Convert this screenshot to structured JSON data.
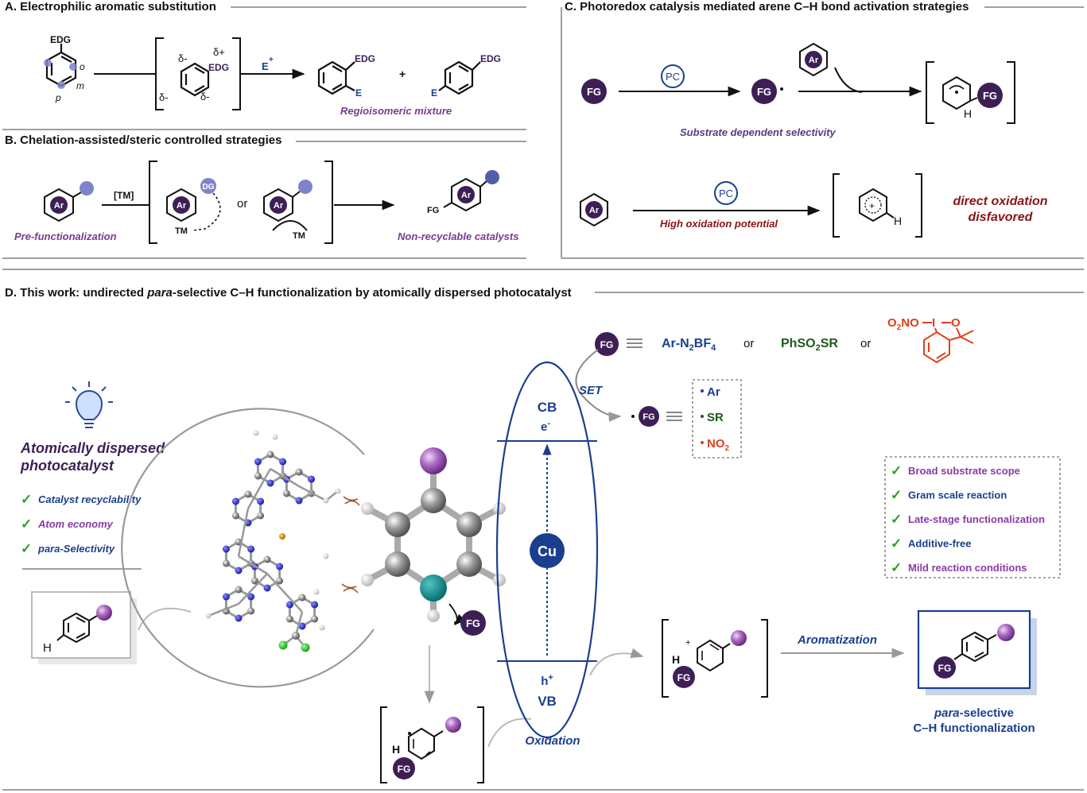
{
  "colors": {
    "purple_dark": "#3d1f55",
    "purple_light": "#7e84c9",
    "blue": "#1a3f8f",
    "dark_red": "#8b1414",
    "green": "#1c5c1c",
    "orange_red": "#e0401a",
    "lilac": "#8a3aa8",
    "teal": "#0e8c8c",
    "check_green": "#2aa02a",
    "gray_line": "#a0a0a0"
  },
  "panel_a": {
    "title": "A. Electrophilic aromatic substitution",
    "edg": "EDG",
    "ortho": "o",
    "meta": "m",
    "para": "p",
    "delta_minus": "δ-",
    "delta_plus": "δ+",
    "electrophile": "E",
    "plus_sup": "+",
    "plus": "+",
    "e_label": "E",
    "caption": "Regioisomeric mixture"
  },
  "panel_b": {
    "title": "B. Chelation-assisted/steric controlled strategies",
    "ar": "Ar",
    "tm_bracket": "[TM]",
    "dg": "DG",
    "tm": "TM",
    "or": "or",
    "fg": "FG",
    "caption_left": "Pre-functionalization",
    "caption_right": "Non-recyclable catalysts"
  },
  "panel_c": {
    "title": "C. Photoredox catalysis mediated arene C–H bond activation strategies",
    "fg": "FG",
    "pc": "PC",
    "ar": "Ar",
    "h": "H",
    "caption_top": "Substrate dependent selectivity",
    "caption_bottom": "High oxidation potential",
    "direct_line1": "direct oxidation",
    "direct_line2": "disfavored",
    "radical_cation": "+"
  },
  "panel_d": {
    "title_pre": "D. This work: undirected ",
    "title_italic": "para",
    "title_post": "-selective C–H functionalization by atomically dispersed photocatalyst",
    "heading_line1": "Atomically dispersed",
    "heading_line2": "photocatalyst",
    "features": [
      "Catalyst recyclability",
      "Atom economy",
      "para-Selectivity"
    ],
    "check": "✓",
    "h": "H",
    "fg": "FG",
    "reagent_1_main": "Ar-N",
    "reagent_1_sub1": "2",
    "reagent_1_mid": "BF",
    "reagent_1_sub2": "4",
    "reagent_2_main": "PhSO",
    "reagent_2_sub": "2",
    "reagent_2_end": "SR",
    "or": "or",
    "reagent_3_o2no_o": "O",
    "reagent_3_sub": "2",
    "reagent_3_no": "NO",
    "reagent_3_i": "I",
    "reagent_3_o": "O",
    "set": "SET",
    "radicals": [
      "Ar",
      "SR",
      "NO"
    ],
    "radical_no2_sub": "2",
    "cb": "CB",
    "electron": "e",
    "electron_sup": "-",
    "cu": "Cu",
    "hole": "h",
    "hole_sup": "+",
    "vb": "VB",
    "oxidation": "Oxidation",
    "aromatization": "Aromatization",
    "advantages": [
      "Broad substrate scope",
      "Gram scale reaction",
      "Late-stage functionalization",
      "Additive-free",
      "Mild reaction conditions"
    ],
    "product_line1_italic": "para",
    "product_line1_rest": "-selective",
    "product_line2": "C–H functionalization",
    "plus_small": "+"
  }
}
